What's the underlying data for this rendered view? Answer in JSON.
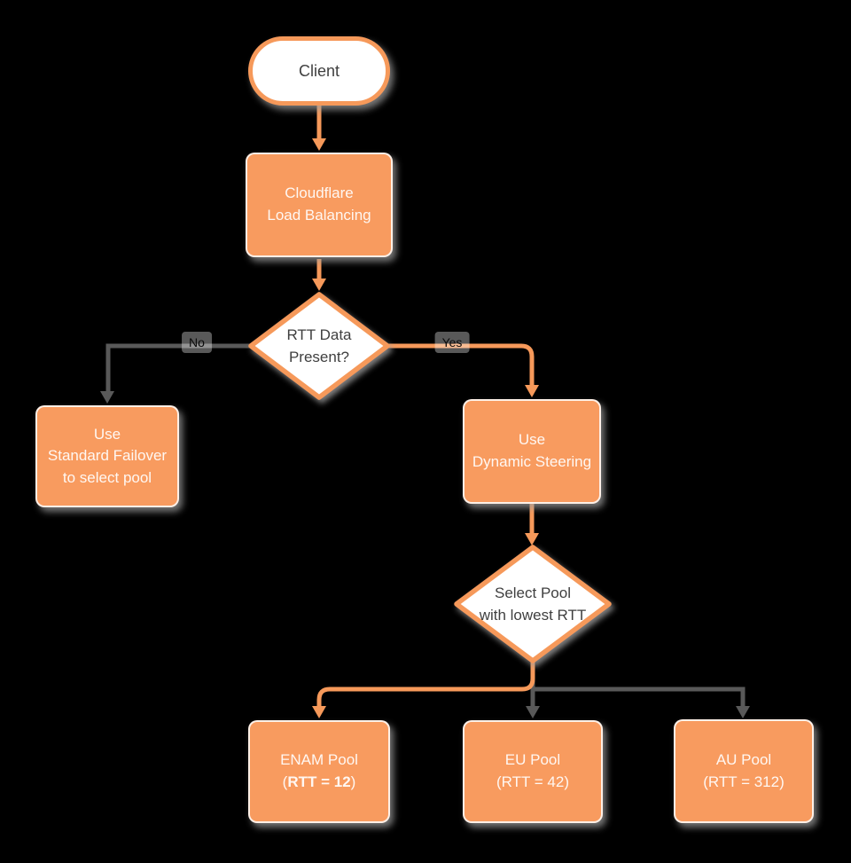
{
  "diagram": {
    "type": "flowchart",
    "subject": "Cloudflare Load Balancing pool selection decision flow"
  },
  "colors": {
    "background": "#000000",
    "node_orange": "#F89B5F",
    "outline_orange": "#F6995A",
    "connector_gray": "#595959",
    "dark_text": "#3F3F3F",
    "light_text": "#FFF4EA"
  },
  "nodes": {
    "client": {
      "label": "Client"
    },
    "load_balancer": {
      "label": "Cloudflare\nLoad Balancing"
    },
    "rtt_decision": {
      "label": "RTT Data\nPresent?"
    },
    "standard_failover": {
      "label": "Use\nStandard Failover\nto select pool"
    },
    "dynamic_steering": {
      "label": "Use\nDynamic Steering"
    },
    "select_pool": {
      "label": "Select Pool\nwith lowest RTT"
    },
    "enam_pool": {
      "title": "ENAM Pool",
      "rtt_prefix": "(",
      "rtt_value": "RTT = 12",
      "rtt_suffix": ")"
    },
    "eu_pool": {
      "title": "EU Pool",
      "subtitle": "(RTT = 42)"
    },
    "au_pool": {
      "title": "AU Pool",
      "subtitle": "(RTT = 312)"
    }
  },
  "edges": {
    "no_label": "No",
    "yes_label": "Yes"
  }
}
